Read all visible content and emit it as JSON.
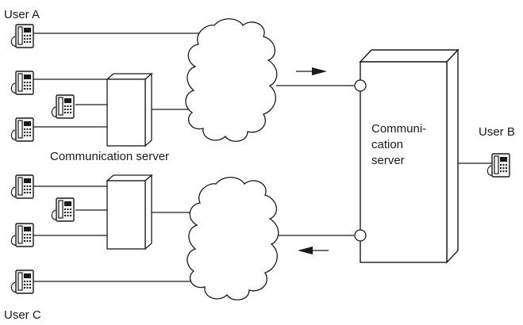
{
  "labels": {
    "user_a": "User A",
    "user_b": "User B",
    "user_c": "User C",
    "communication_server_small": "Communication server",
    "main_server_lines": [
      "Communi-",
      "cation",
      "server"
    ]
  },
  "colors": {
    "line": "#1a1a1a",
    "phone_fill": "#f2f2f2",
    "background": "#ffffff"
  },
  "icons": {
    "phone": "desk-phone-icon",
    "network": "cloud-icon",
    "flow_out": "arrow-right-icon",
    "flow_in": "arrow-left-icon"
  }
}
